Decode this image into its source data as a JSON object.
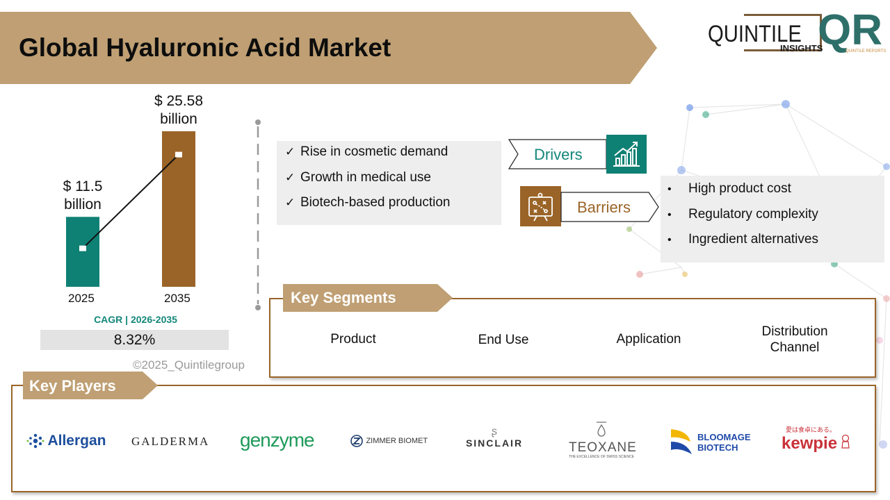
{
  "header": {
    "title": "Global Hyaluronic Acid Market"
  },
  "logo": {
    "brand": "QUINTILE",
    "sub": "INSIGHTS",
    "mark": "QR",
    "mark_caption": "QUINTILE REPORTS"
  },
  "chart_data": {
    "type": "bar",
    "categories": [
      "2025",
      "2035"
    ],
    "values": [
      11.5,
      25.58
    ],
    "value_labels": [
      "$ 11.5 billion",
      "$ 25.58 billion"
    ],
    "label_lines": [
      [
        "$ 11.5",
        "billion"
      ],
      [
        "$ 25.58",
        "billion"
      ]
    ],
    "unit": "billion",
    "colors": [
      "#0f8074",
      "#9a6428"
    ],
    "trend_line": true,
    "grid": false
  },
  "cagr": {
    "label": "CAGR | 2026-2035",
    "value": "8.32%"
  },
  "copyright": "©2025_Quintilegroup",
  "drivers": {
    "label": "Drivers",
    "items": [
      "Rise in cosmetic demand",
      "Growth in medical use",
      "Biotech-based production"
    ],
    "icon": "growth-chart-icon",
    "color": "#0f8074"
  },
  "barriers": {
    "label": "Barriers",
    "items": [
      "High product cost",
      "Regulatory complexity",
      "Ingredient alternatives"
    ],
    "icon": "strategy-board-icon",
    "color": "#9a6428"
  },
  "key_segments": {
    "title": "Key Segments",
    "items": [
      "Product",
      "End Use",
      "Application",
      "Distribution Channel"
    ],
    "distribution_lines": [
      "Distribution",
      "Channel"
    ]
  },
  "key_players": {
    "title": "Key Players",
    "items": [
      "Allergan",
      "GALDERMA",
      "genzyme",
      "ZIMMER BIOMET",
      "SINCLAIR",
      "TEOXANE",
      "BLOOMAGE BIOTECH",
      "kewpie"
    ],
    "teoxane_tagline": "THE EXCELLENCE OF SWISS SCIENCE",
    "bloomage_lines": [
      "BLOOMAGE",
      "BIOTECH"
    ],
    "kewpie_tagline": "愛は食卓にある。"
  },
  "colors": {
    "banner": "#bf9f73",
    "teal": "#0f8074",
    "brown": "#9a6428",
    "panel": "#eeeeee"
  }
}
